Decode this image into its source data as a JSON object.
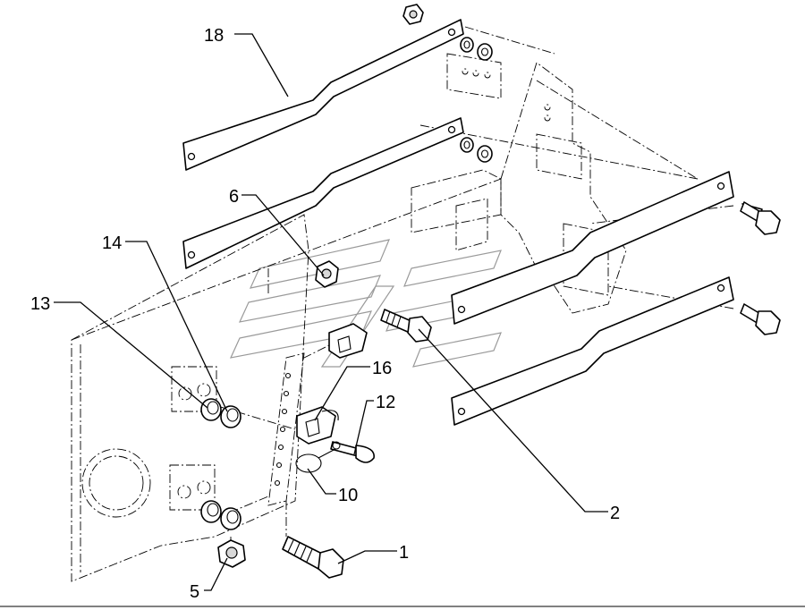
{
  "callouts": {
    "c18": "18",
    "c6": "6",
    "c14": "14",
    "c13": "13",
    "c16": "16",
    "c12": "12",
    "c10": "10",
    "c2": "2",
    "c1": "1",
    "c5": "5"
  }
}
